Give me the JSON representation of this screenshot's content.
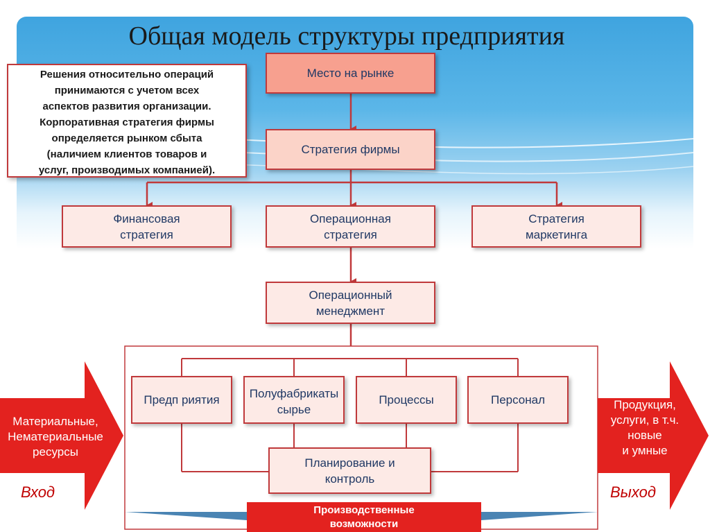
{
  "title": "Общая модель структуры предприятия",
  "note": [
    "Решения относительно операций",
    "принимаются с учетом всех",
    "аспектов развития организации.",
    "Корпоративная стратегия фирмы",
    "определяется рынком сбыта",
    "(наличием клиентов товаров и",
    "услуг, производимых компанией)."
  ],
  "boxes": {
    "market": "Место на рынке",
    "firm_strategy": "Стратегия фирмы",
    "financial": [
      "Финансовая",
      "стратегия"
    ],
    "operational": [
      "Операционная",
      "стратегия"
    ],
    "marketing": [
      "Стратегия",
      "маркетинга"
    ],
    "op_management": [
      "Операционный",
      "менеджмент"
    ],
    "enterprise": "Предп риятия",
    "semi": [
      "Полуфабрикаты",
      "сырье"
    ],
    "processes": "Процессы",
    "personnel": "Персонал",
    "planning": [
      "Планирование и",
      "контроль"
    ]
  },
  "input_arrow": [
    "Материальные,",
    "Нематериальные",
    "ресурсы"
  ],
  "output_arrow": [
    "Продукция,",
    "услуги, в т.ч.",
    "новые",
    "и умные"
  ],
  "input_label": "Вход",
  "output_label": "Выход",
  "capabilities": [
    "Производственные",
    "возможности"
  ],
  "colors": {
    "border": "#c0393b",
    "arrow": "#e02020",
    "text": "#1f3864"
  }
}
